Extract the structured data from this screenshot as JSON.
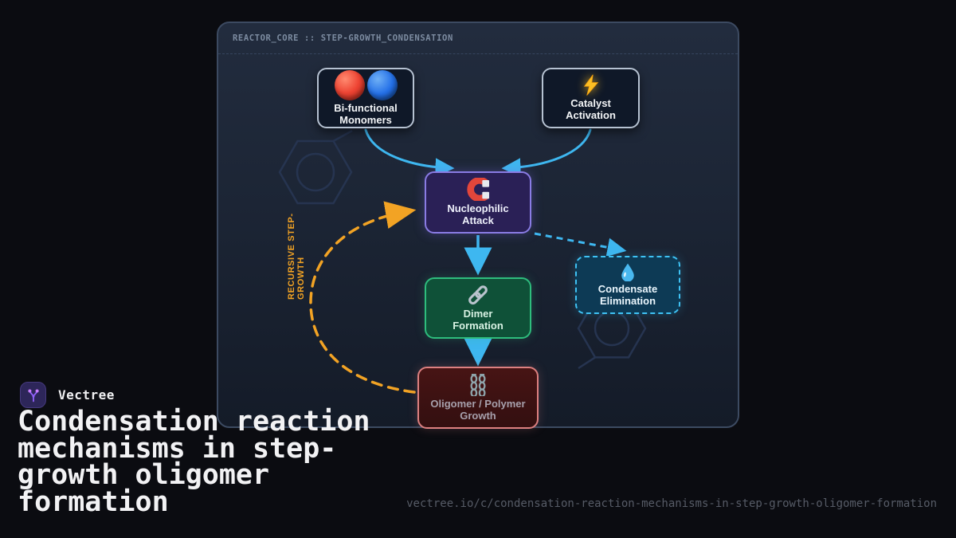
{
  "branding": {
    "logo_text": "Vectree",
    "title": "Condensation reaction\nmechanisms in step-\ngrowth oligomer\nformation",
    "url": "vectree.io/c/condensation-reaction-mechanisms-in-step-growth-oligomer-formation"
  },
  "panel": {
    "header": "REACTOR_CORE :: STEP-GROWTH_CONDENSATION"
  },
  "diagram": {
    "loop_label": "RECURSIVE STEP-GROWTH",
    "nodes": {
      "monomers": {
        "label": "Bi-functional\nMonomers",
        "icon": "monomer-circles-icon"
      },
      "catalyst": {
        "label": "Catalyst\nActivation",
        "icon": "lightning-bolt-icon"
      },
      "nucleophilic": {
        "label": "Nucleophilic\nAttack",
        "icon": "magnet-icon"
      },
      "dimer": {
        "label": "Dimer\nFormation",
        "icon": "chain-link-icon"
      },
      "condensate": {
        "label": "Condensate\nElimination",
        "icon": "water-droplet-icon"
      },
      "oligomer": {
        "label": "Oligomer / Polymer\nGrowth",
        "icon": "double-chains-icon"
      }
    },
    "colors": {
      "background": "#0b0c11",
      "panel_fill": "#1c2535",
      "panel_border": "#3c4a61",
      "arrow_blue": "#3eb7f0",
      "loop_orange": "#f2a324",
      "nucleophilic_border": "#8a7ce4",
      "dimer_border": "#2ebd7d",
      "condensate_border": "#3fc2f4",
      "oligomer_border": "#dd8080",
      "monomer_red": "#ee4433",
      "monomer_blue": "#2470e8",
      "bolt_yellow": "#fbbf24",
      "logo_purple": "#8b5cf6"
    }
  }
}
